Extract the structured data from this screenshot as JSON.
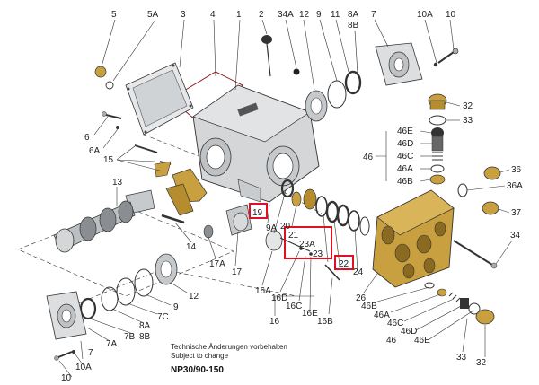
{
  "notes": {
    "line_de": "Technische Änderungen vorbehalten",
    "line_en": "Subject to change"
  },
  "model": "NP30/90-150",
  "callouts": {
    "c5": "5",
    "c5a": "5A",
    "c3": "3",
    "c4": "4",
    "c1": "1",
    "c2": "2",
    "c34a": "34A",
    "c12a": "12",
    "c9a": "9",
    "c11": "11",
    "c8a": "8A",
    "c8b": "8B",
    "c7a": "7",
    "c10a_top": "10A",
    "c10_top": "10",
    "c32_top": "32",
    "c33_top": "33",
    "c46e_top": "46E",
    "c46d_top": "46D",
    "c46c_top": "46C",
    "c46a_top": "46A",
    "c46b_top": "46B",
    "c46_top": "46",
    "c36": "36",
    "c36a": "36A",
    "c37": "37",
    "c34": "34",
    "c6": "6",
    "c6a": "6A",
    "c15": "15",
    "c13": "13",
    "c19": "19",
    "c9a_mid": "9A",
    "c20": "20",
    "c21": "21",
    "c23a": "23A",
    "c23": "23",
    "c22": "22",
    "c24": "24",
    "c14": "14",
    "c17a": "17A",
    "c17": "17",
    "c16a": "16A",
    "c16d": "16D",
    "c16c": "16C",
    "c16e": "16E",
    "c16b": "16B",
    "c16": "16",
    "c26": "26",
    "c46b_bot": "46B",
    "c46a_bot": "46A",
    "c46c_bot": "46C",
    "c46d_bot": "46D",
    "c46e_bot": "46E",
    "c46_bot": "46",
    "c33_bot": "33",
    "c32_bot": "32",
    "c12_bot": "12",
    "c9_bot": "9",
    "c7c": "7C",
    "c8a_bot": "8A",
    "c8b_bot": "8B",
    "c7b": "7B",
    "c7a_bot": "7A",
    "c7_bot": "7",
    "c10a_bot": "10A",
    "c10_bot": "10"
  },
  "colors": {
    "line": "#333333",
    "highlight": "#e01020",
    "housing": "#d4d6d8",
    "brass": "#c8a040",
    "steel": "#b8bcc0"
  }
}
